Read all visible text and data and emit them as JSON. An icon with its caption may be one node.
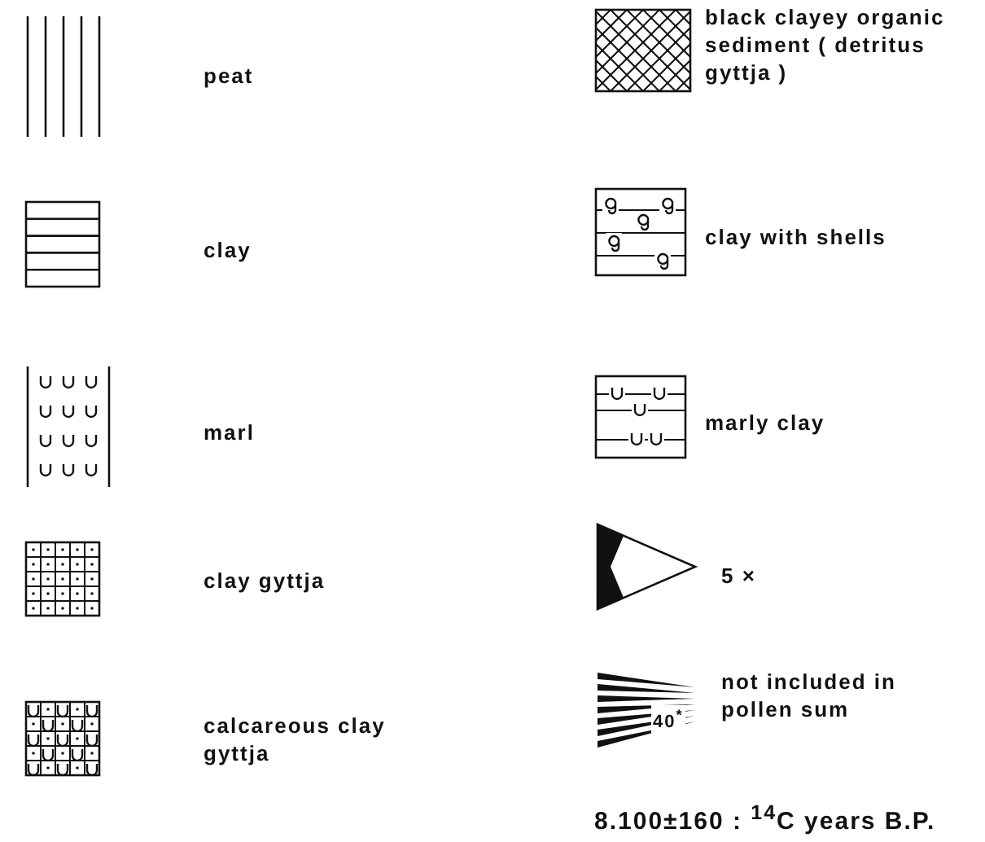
{
  "diagram": {
    "labels": [
      "40$^{*}$",
      "8.100±160 : $^{14}$C years B.P."
    ],
    "legend": [
      {
        "text": "peat"
      },
      {
        "text": "clay"
      },
      {
        "text": "marl"
      },
      {
        "text": "clay gyttja"
      },
      {
        "text": "calcareous clay gyttja"
      },
      {
        "text": "black clayey organic sediment ( detritus gyttja )"
      },
      {
        "text": "clay with shells"
      },
      {
        "text": "marly clay"
      },
      {
        "text": "5 ×"
      },
      {
        "text": "not included in pollen sum"
      }
    ]
  }
}
